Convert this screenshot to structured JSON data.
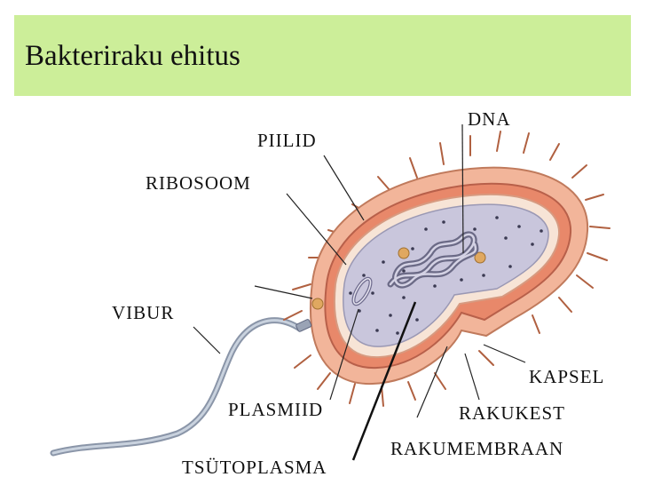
{
  "title": "Bakteriraku ehitus",
  "labels": {
    "dna": "DNA",
    "piilid": "PIILID",
    "ribosoom": "RIBOSOOM",
    "vibur": "VIBUR",
    "kapsel": "KAPSEL",
    "plasmiid": "PLASMIID",
    "rakukest": "RAKUKEST",
    "rakumembraan": "RAKUMEMBRAAN",
    "tsutoplasma": "TSÜTOPLASMA"
  },
  "colors": {
    "title_bg": "#ccee99",
    "capsule": "#f2b59a",
    "cell_wall": "#e8886a",
    "cytoplasm": "#c9c6dc",
    "dna": "#7a7894",
    "flagellum": "#aab4c4"
  }
}
